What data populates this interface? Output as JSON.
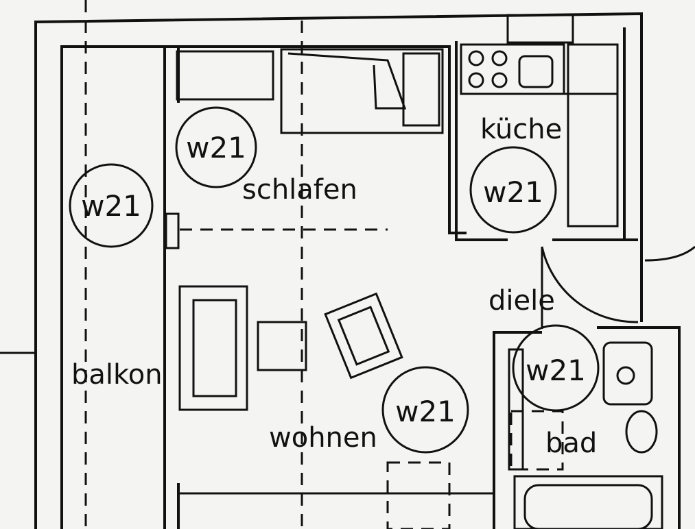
{
  "rooms": {
    "schlafen": "schlafen",
    "kueche": "küche",
    "diele": "diele",
    "balkon": "balkon",
    "wohnen": "wohnen",
    "bad": "bad"
  },
  "tags": [
    "w21",
    "w21",
    "w21",
    "w21",
    "w21"
  ]
}
